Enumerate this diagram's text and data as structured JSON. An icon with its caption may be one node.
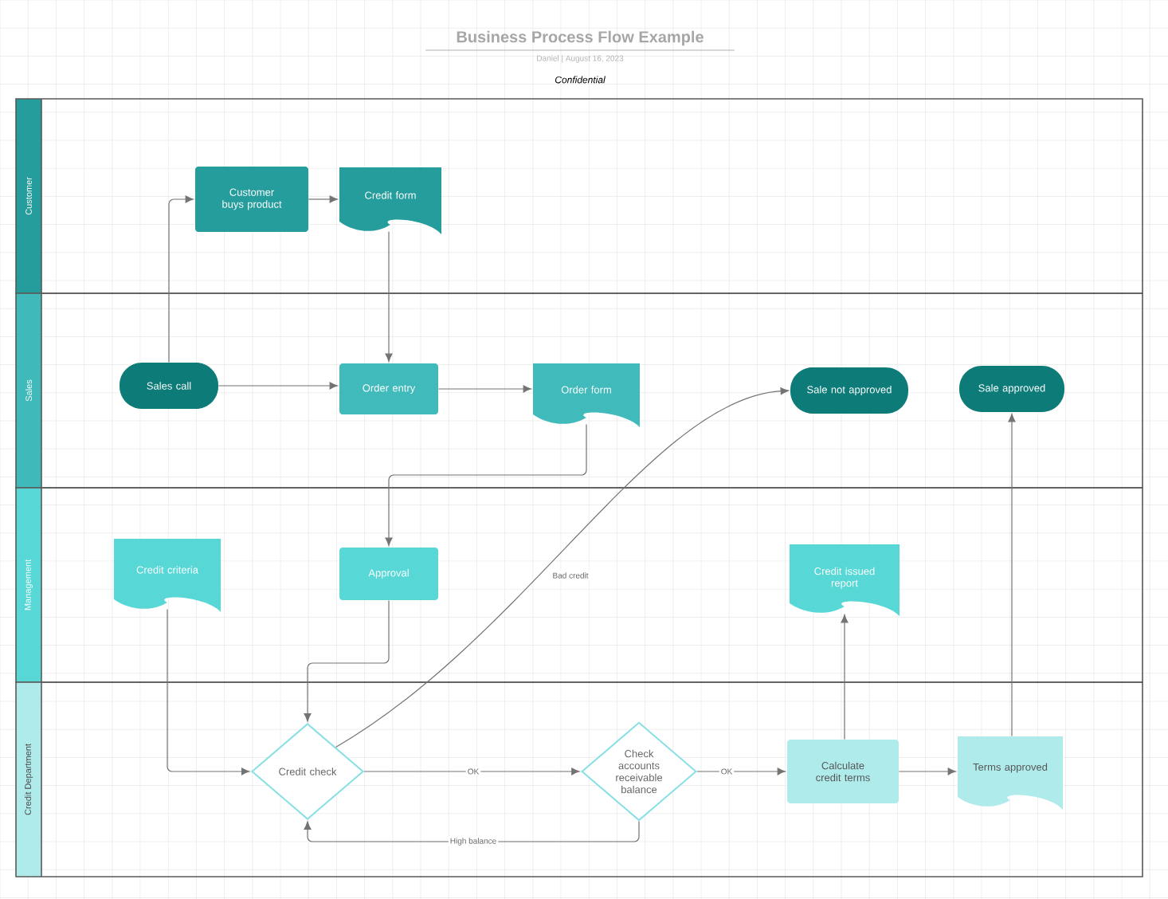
{
  "diagram": {
    "title": "Business Process Flow Example",
    "nodes": [
      {
        "text": [
          "Customer"
        ]
      },
      {
        "text": [
          "Customer buys product"
        ],
        "in": 0
      },
      {
        "text": [
          "Credit form"
        ],
        "in": 0
      },
      {
        "text": [
          "Sales"
        ]
      },
      {
        "text": [
          "Sales call"
        ],
        "in": 3
      },
      {
        "text": [
          "Order entry"
        ],
        "in": 3
      },
      {
        "text": [
          "Order form"
        ],
        "in": 3
      },
      {
        "text": [
          "Sale not approved"
        ],
        "in": 3
      },
      {
        "text": [
          "Sale approved"
        ],
        "in": 3
      },
      {
        "text": [
          "Management"
        ]
      },
      {
        "text": [
          "Credit criteria"
        ],
        "in": 9
      },
      {
        "text": [
          "Approval"
        ],
        "in": 9
      },
      {
        "text": [
          "Credit issued report"
        ],
        "in": 9
      },
      {
        "text": [
          "Credit Department"
        ]
      },
      {
        "text": [
          "Credit check"
        ],
        "in": 13
      },
      {
        "text": [
          "Check accounts receivable balance"
        ],
        "in": 13
      },
      {
        "text": [
          "Calculate credit terms"
        ],
        "in": 13
      },
      {
        "text": [
          "Terms approved"
        ],
        "in": 13
      }
    ],
    "edges": [
      {
        "from": 4,
        "to": 1,
        "arrow": "to"
      },
      {
        "from": 1,
        "to": 2,
        "arrow": "to"
      },
      {
        "from": 2,
        "to": 5,
        "arrow": "to"
      },
      {
        "from": 4,
        "to": 5,
        "arrow": "to"
      },
      {
        "from": 5,
        "to": 6,
        "arrow": "to"
      },
      {
        "from": 6,
        "to": 11,
        "arrow": "to"
      },
      {
        "from": 10,
        "to": 14,
        "arrow": "to"
      },
      {
        "from": 11,
        "to": 14,
        "arrow": "to"
      },
      {
        "from": 14,
        "to": 7,
        "arrow": "to",
        "label": "Bad credit"
      },
      {
        "from": 14,
        "to": 15,
        "arrow": "to",
        "label": "OK"
      },
      {
        "from": 15,
        "to": 16,
        "arrow": "to",
        "label": "OK"
      },
      {
        "from": 15,
        "to": 14,
        "arrow": "to",
        "label": "High balance"
      },
      {
        "from": 16,
        "to": 17,
        "arrow": "to"
      },
      {
        "from": 16,
        "to": 12,
        "arrow": "to"
      },
      {
        "from": 17,
        "to": 8,
        "arrow": "to"
      }
    ],
    "labels": [
      "Daniel  |  August 16, 2023",
      "Confidential"
    ]
  }
}
